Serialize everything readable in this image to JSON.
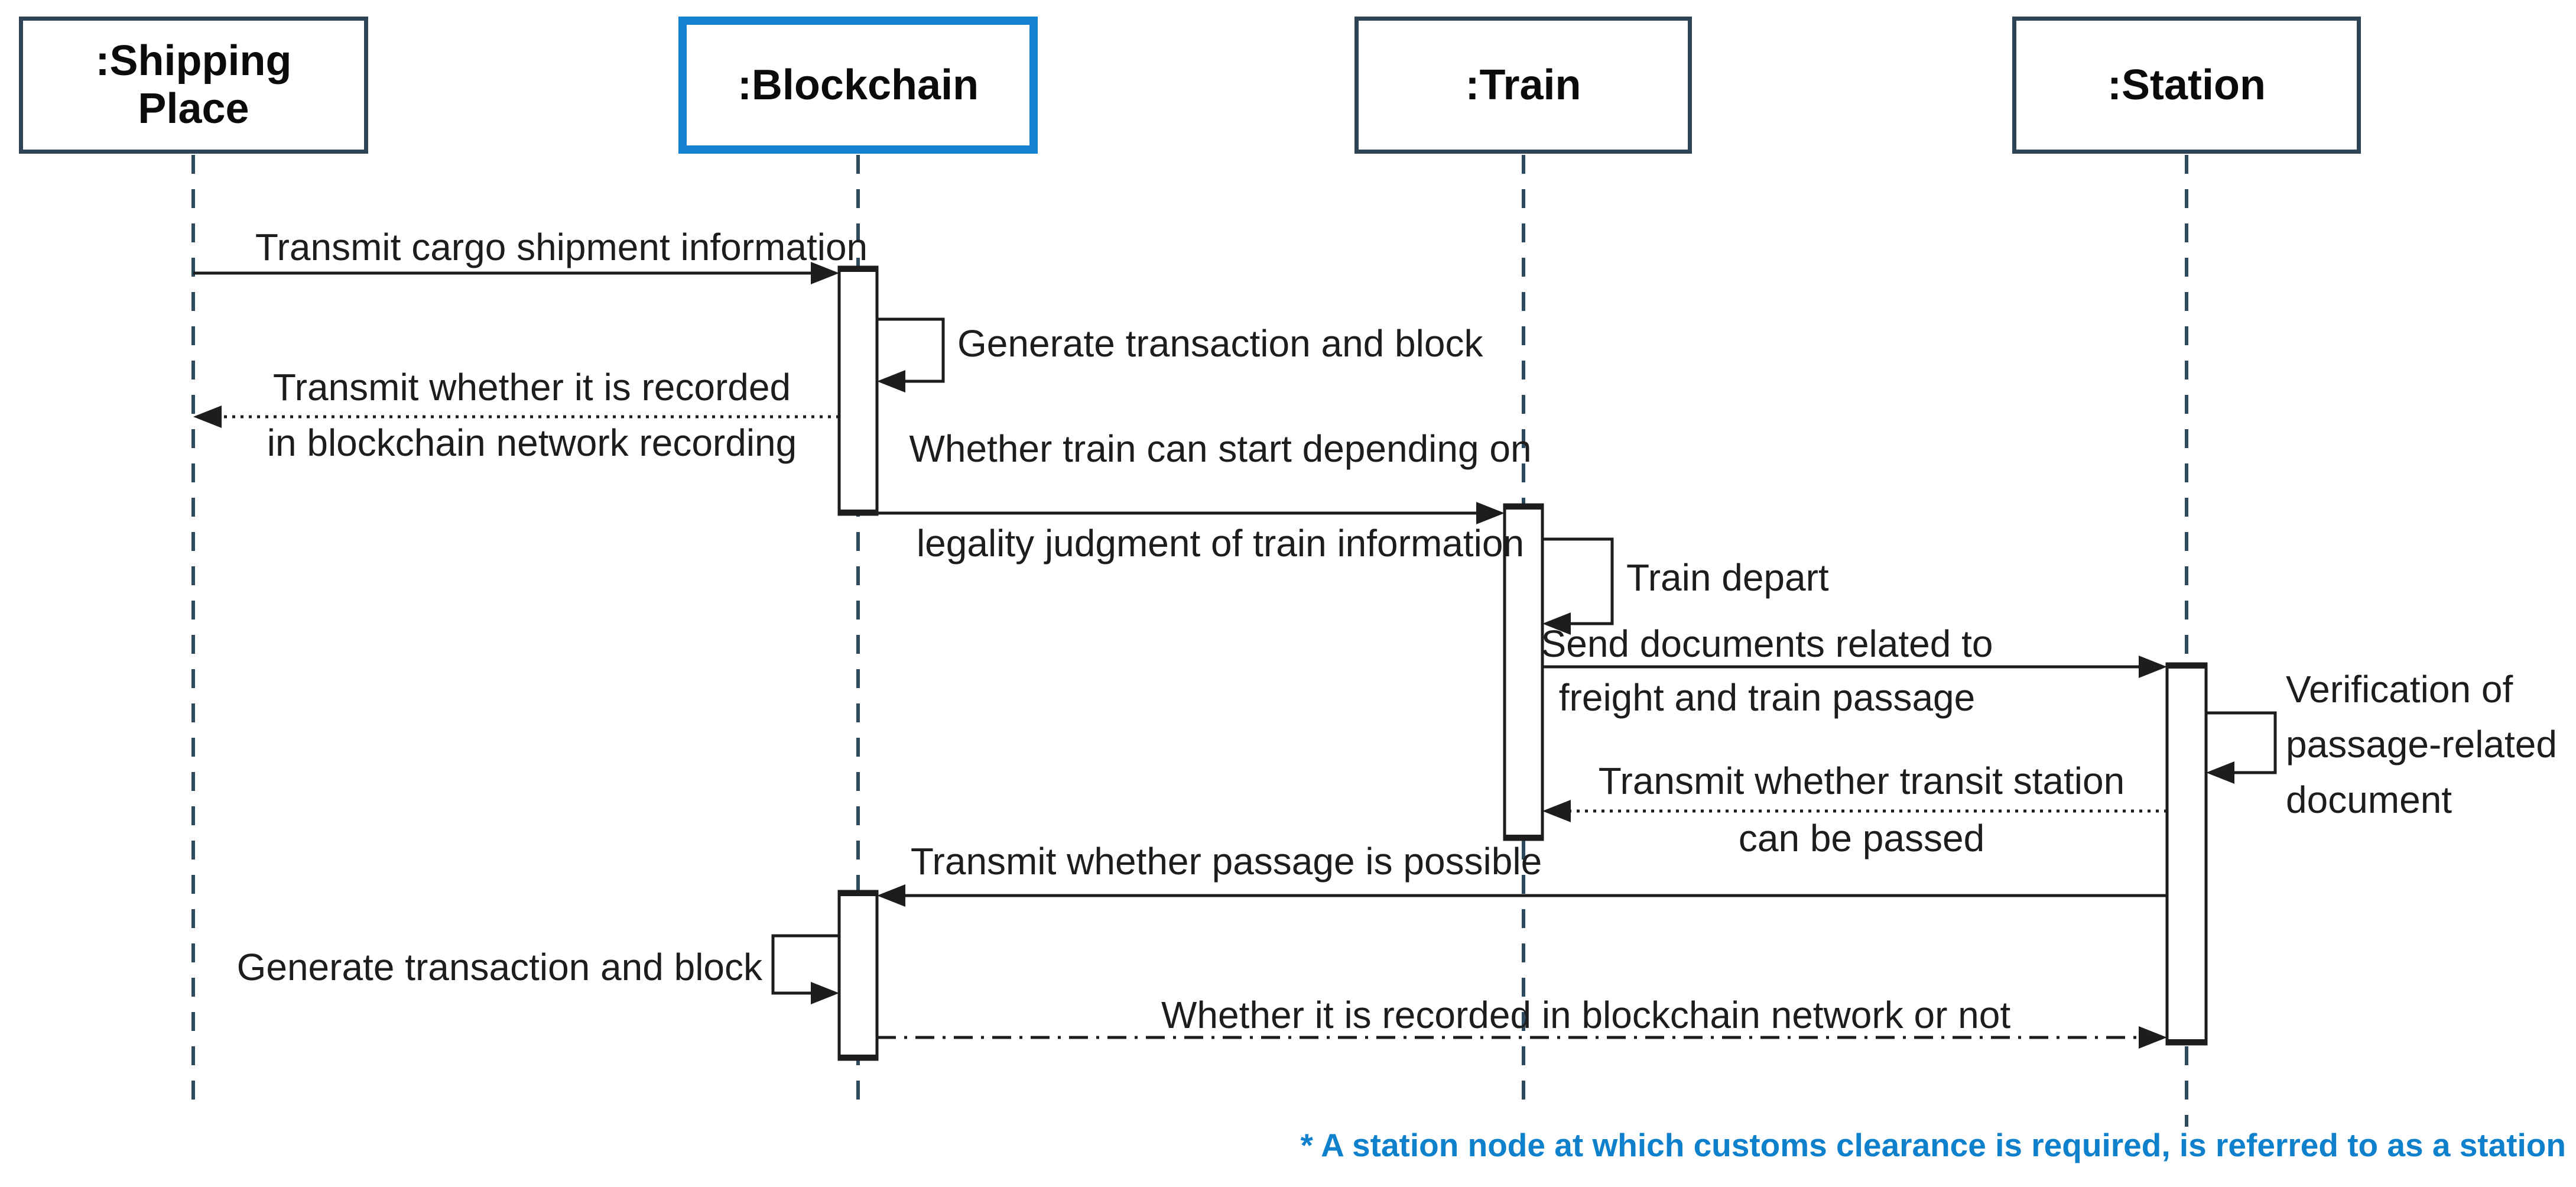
{
  "diagram_type": "uml-sequence-diagram",
  "actors": [
    {
      "id": "shipping-place",
      "label": ":Shipping Place",
      "accent": false
    },
    {
      "id": "blockchain",
      "label": ":Blockchain",
      "accent": true
    },
    {
      "id": "train",
      "label": ":Train",
      "accent": false
    },
    {
      "id": "station",
      "label": ":Station",
      "accent": false
    }
  ],
  "messages": [
    {
      "from": "shipping-place",
      "to": "blockchain",
      "style": "solid-arrow",
      "lines": [
        "Transmit cargo shipment information"
      ]
    },
    {
      "from": "blockchain",
      "to": "blockchain",
      "style": "self-message",
      "lines": [
        "Generate transaction and block"
      ]
    },
    {
      "from": "blockchain",
      "to": "shipping-place",
      "style": "dotted-return-arrow",
      "lines": [
        "Transmit whether it is recorded",
        "in blockchain network recording"
      ]
    },
    {
      "from": "blockchain",
      "to": "train",
      "style": "solid-arrow",
      "lines": [
        "Whether train can start depending on",
        "legality judgment of train information"
      ]
    },
    {
      "from": "train",
      "to": "train",
      "style": "self-message",
      "lines": [
        "Train depart"
      ]
    },
    {
      "from": "train",
      "to": "station",
      "style": "solid-arrow",
      "lines": [
        "Send documents related to",
        "freight and train passage"
      ]
    },
    {
      "from": "station",
      "to": "station",
      "style": "self-message",
      "lines": [
        "Verification of",
        "passage-related",
        "document"
      ]
    },
    {
      "from": "station",
      "to": "train",
      "style": "dotted-return-arrow",
      "lines": [
        "Transmit whether transit station",
        "can be passed"
      ]
    },
    {
      "from": "station",
      "to": "blockchain",
      "style": "solid-arrow",
      "lines": [
        "Transmit whether passage is possible"
      ]
    },
    {
      "from": "blockchain",
      "to": "blockchain",
      "style": "self-message",
      "lines": [
        "Generate transaction and block"
      ]
    },
    {
      "from": "blockchain",
      "to": "station",
      "style": "dash-dot-arrow",
      "lines": [
        "Whether it is recorded in blockchain network or not"
      ]
    }
  ],
  "footnote": {
    "text": "* A station node at which customs clearance is required, is referred to as a station"
  },
  "colors": {
    "accent": "#1480d0",
    "boxborder": "#2e4456",
    "lifeline": "#2e4a5f",
    "ink": "#1d1d1d",
    "note": "#0e80cc"
  }
}
